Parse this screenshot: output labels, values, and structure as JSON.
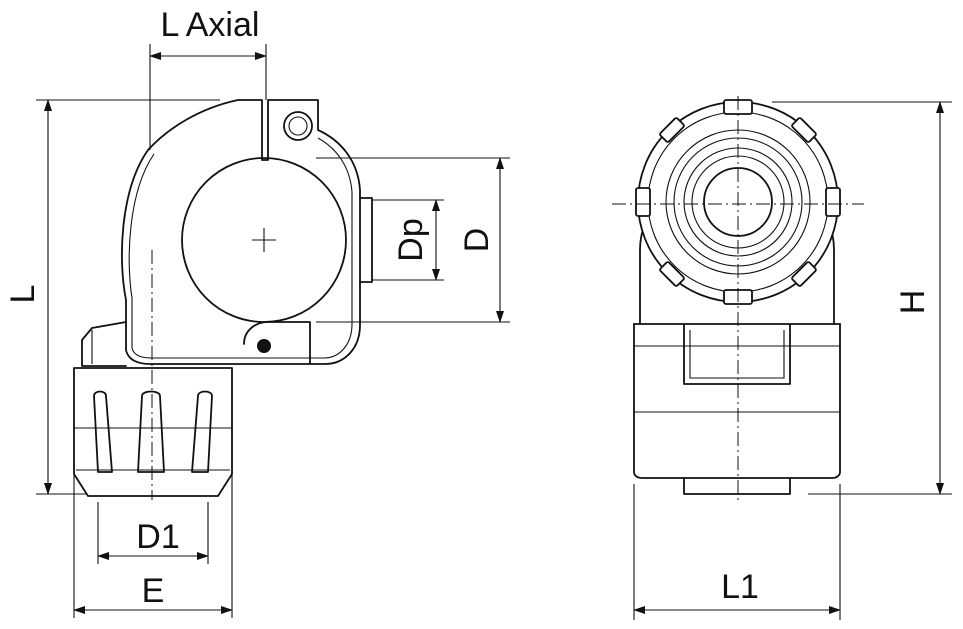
{
  "labels": {
    "l_axial": "L Axial",
    "l": "L",
    "dp": "Dp",
    "d": "D",
    "d1": "D1",
    "e": "E",
    "h": "H",
    "l1": "L1"
  },
  "colors": {
    "line": "#111111",
    "background": "#ffffff"
  }
}
